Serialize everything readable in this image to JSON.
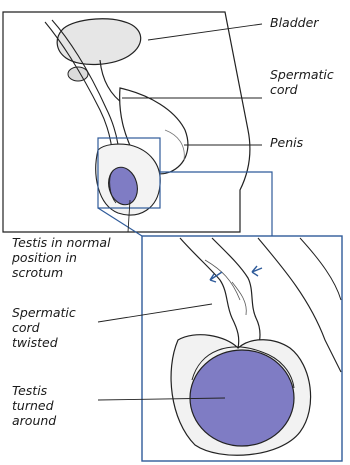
{
  "labels": {
    "bladder": "Bladder",
    "spermatic_cord_top": "Spermatic\ncord",
    "penis": "Penis",
    "testis_normal": "Testis in normal\nposition in\nscrotum",
    "cord_twisted": "Spermatic\ncord\ntwisted",
    "testis_turned": "Testis\nturned\naround"
  },
  "colors": {
    "testis_fill": "#7f7cc4",
    "inset_frame": "#2f5b9a",
    "outline": "#222222",
    "tissue": "#eeeeee"
  }
}
